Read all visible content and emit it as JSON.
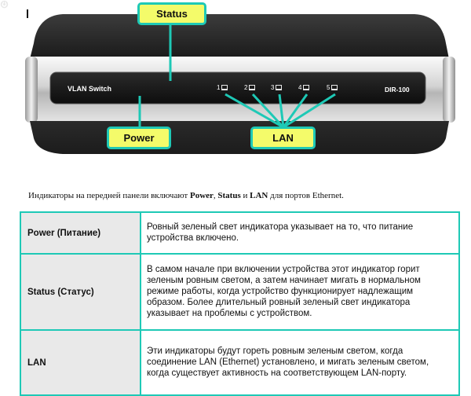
{
  "illustration": {
    "callouts": {
      "status": "Status",
      "power": "Power",
      "lan": "LAN"
    },
    "panel": {
      "vlan_label": "VLAN Switch",
      "model_label": "DIR-100",
      "ports": [
        "1",
        "2",
        "3",
        "4",
        "5"
      ]
    }
  },
  "intro": {
    "part1": "Индикаторы на передней панели включают ",
    "power": "Power",
    "comma": ", ",
    "status": "Status",
    "and": " и ",
    "lan": "LAN",
    "part2": " для портов Ethernet."
  },
  "table": {
    "rows": [
      {
        "term": "Power (Питание)",
        "description": "Ровный зеленый свет индикатора указывает на то, что питание устройства включено."
      },
      {
        "term": "Status (Статус)",
        "description": "В самом начале при включении устройства этот индикатор горит зеленым ровным светом, а затем начинает мигать в нормальном режиме работы, когда устройство функционирует надлежащим образом. Более длительный ровный зеленый свет индикатора указывает на проблемы с устройством."
      },
      {
        "term": "LAN",
        "description": "Эти индикаторы будут гореть ровным зеленым светом, когда соединение LAN (Ethernet) установлено, и мигать зеленым светом, когда существует активность на соответствующем LAN-порту."
      }
    ]
  },
  "colors": {
    "callout_fill": "#f4fb6a",
    "callout_border": "#1ec9b6",
    "table_border": "#1ec9b6",
    "term_cell_bg": "#e9e9e9",
    "device_body": "#2a2a2a"
  }
}
